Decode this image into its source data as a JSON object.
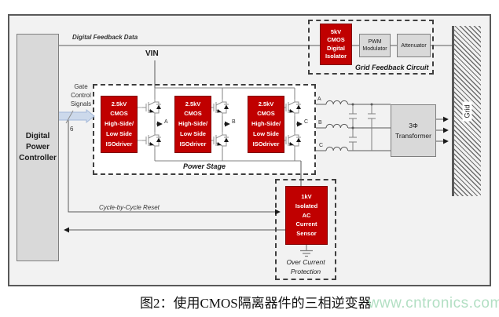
{
  "caption": {
    "text": "图2：使用CMOS隔离器件的三相逆变器",
    "watermark": "www.cntronics.com"
  },
  "controller": {
    "label": "Digital\nPower\nController"
  },
  "signals": {
    "digital_feedback": "Digital Feedback Data",
    "gate_control": "Gate\nControl\nSignals",
    "bus_width": "6",
    "vin": "VIN",
    "cycle_reset": "Cycle-by-Cycle Reset"
  },
  "power_stage": {
    "label": "Power Stage",
    "driver_label": "2.5kV\nCMOS\nHigh-Side/\nLow Side\nISOdriver",
    "phase_labels": [
      "A",
      "B",
      "C"
    ]
  },
  "grid_feedback": {
    "label": "Grid Feedback Circuit",
    "isolator": "5kV\nCMOS\nDigital\nIsolator",
    "pwm": "PWM\nModulator",
    "attenuator": "Attenuator"
  },
  "output": {
    "phase_labels": [
      "A",
      "B",
      "C"
    ],
    "transformer": "3Φ\nTransformer",
    "grid": "Grid"
  },
  "protection": {
    "label": "Over Current\nProtection",
    "sensor": "1kV\nIsolated\nAC\nCurrent\nSensor"
  },
  "colors": {
    "block_red": "#C00000",
    "block_gray": "#D9D9D9",
    "bus_arrow_blue": "#CCD9EB",
    "watermark_green": "#B2DFC3",
    "diagram_bg": "#F2F2F2"
  }
}
